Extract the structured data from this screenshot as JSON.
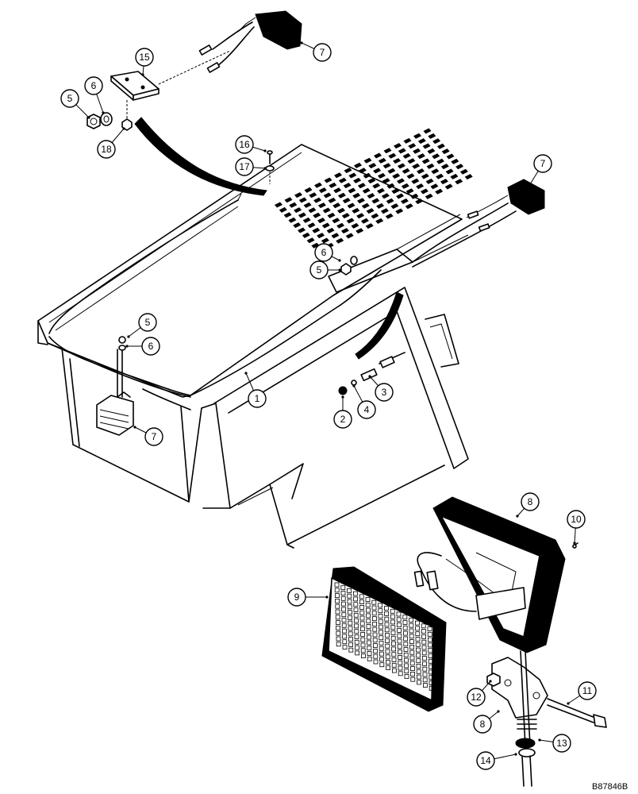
{
  "callouts": [
    {
      "id": "c7a",
      "label": "7"
    },
    {
      "id": "c15",
      "label": "15"
    },
    {
      "id": "c5a",
      "label": "5"
    },
    {
      "id": "c6a",
      "label": "6"
    },
    {
      "id": "c18",
      "label": "18"
    },
    {
      "id": "c16",
      "label": "16"
    },
    {
      "id": "c17",
      "label": "17"
    },
    {
      "id": "c7b",
      "label": "7"
    },
    {
      "id": "c6b",
      "label": "6"
    },
    {
      "id": "c5b",
      "label": "5"
    },
    {
      "id": "c5c",
      "label": "5"
    },
    {
      "id": "c6c",
      "label": "6"
    },
    {
      "id": "c1",
      "label": "1"
    },
    {
      "id": "c3",
      "label": "3"
    },
    {
      "id": "c4",
      "label": "4"
    },
    {
      "id": "c2",
      "label": "2"
    },
    {
      "id": "c7c",
      "label": "7"
    },
    {
      "id": "c8a",
      "label": "8"
    },
    {
      "id": "c10",
      "label": "10"
    },
    {
      "id": "c9",
      "label": "9"
    },
    {
      "id": "c12",
      "label": "12"
    },
    {
      "id": "c11",
      "label": "11"
    },
    {
      "id": "c8b",
      "label": "8"
    },
    {
      "id": "c13",
      "label": "13"
    },
    {
      "id": "c14",
      "label": "14"
    }
  ],
  "reference_code": "B87846B"
}
